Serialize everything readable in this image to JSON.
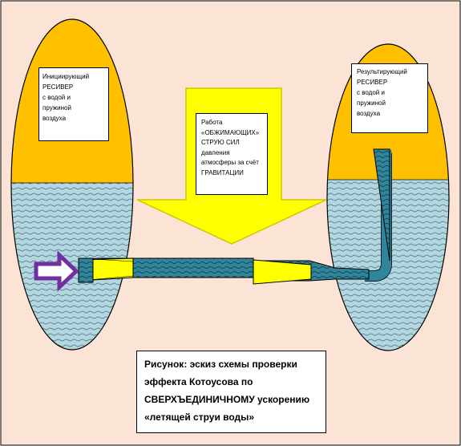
{
  "left_receiver": {
    "label": "Инициирующий\nРЕСИВЕР\nс водой и\nпружиной\nвоздуха"
  },
  "right_receiver": {
    "label": "Результирующий\nРЕСИВЕР\nс водой и\nпружиной\nвоздуха"
  },
  "center_arrow": {
    "label": "Работа «ОБЖИМАЮЩИХ» СТРУЮ СИЛ давления атмосферы за счёт ГРАВИТАЦИИ"
  },
  "caption": {
    "text": "Рисунок: эскиз схемы проверки эффекта Котоусова по СВЕРХЪЕДИНИЧНОМУ ускорению «летящей струи воды»"
  },
  "colors": {
    "background": "#fbe4d5",
    "air": "#ffc000",
    "water": "#b3d7e1",
    "pipe": "#31859b",
    "nozzle": "#ffff00",
    "arrow_fill": "#ffff00",
    "arrow_stroke": "#c9c900",
    "input_arrow": "#7030a0"
  },
  "icons": {
    "input": "hollow-right-arrow-icon"
  }
}
